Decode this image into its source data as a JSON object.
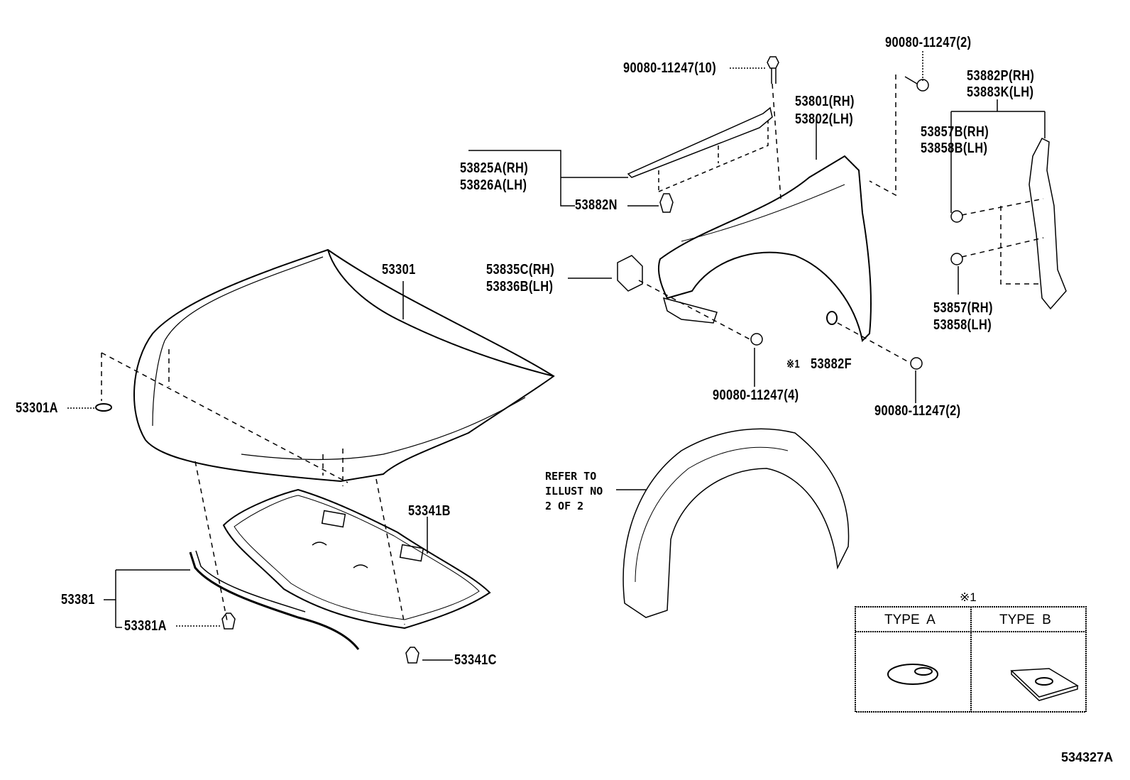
{
  "callouts": {
    "bolt_10": "90080-11247(10)",
    "bolt_2_top": "90080-11247(2)",
    "shield_rh": "53882P(RH)",
    "shield_lh": "53883K(LH)",
    "fender_rh": "53801(RH)",
    "fender_lh": "53802(LH)",
    "clip_b_rh": "53857B(RH)",
    "clip_b_lh": "53858B(LH)",
    "bracket_rh": "53825A(RH)",
    "bracket_lh": "53826A(LH)",
    "clip_n": "53882N",
    "hood": "53301",
    "mount_rh": "53835C(RH)",
    "mount_lh": "53836B(LH)",
    "clip_rh": "53857(RH)",
    "clip_lh": "53858(LH)",
    "washer_mark": "※1",
    "washer": "53882F",
    "bolt_4": "90080-11247(4)",
    "bolt_2_bottom": "90080-11247(2)",
    "hood_plug": "53301A",
    "refer_line1": "REFER TO",
    "refer_line2": "ILLUST NO",
    "refer_line3": "2 OF 2",
    "insulator": "53341B",
    "seal": "53381",
    "seal_clip": "53381A",
    "insulator_clip": "53341C"
  },
  "legend_table": {
    "mark": "※1",
    "col_a": "TYPE  A",
    "col_b": "TYPE  B"
  },
  "illustration_id": "534327A"
}
